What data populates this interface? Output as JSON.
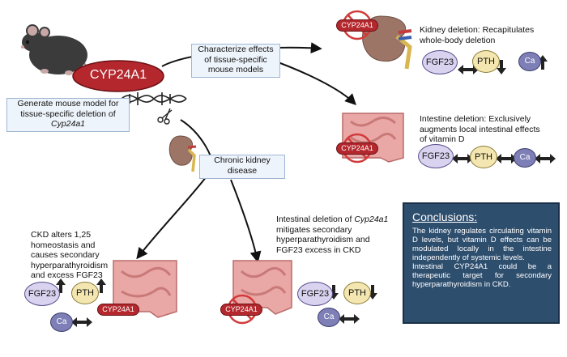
{
  "cyp_main": "CYP24A1",
  "cyp_small": "CYP24A1",
  "generate_line1": "Generate mouse model for",
  "generate_line2": "tissue-specific deletion of",
  "generate_gene": "Cyp24a1",
  "characterize_line1": "Characterize effects",
  "characterize_line2": "of tissue-specific",
  "characterize_line3": "mouse models",
  "ckd_box_line1": "Chronic kidney",
  "ckd_box_line2": "disease",
  "kidney_deletion_line1": "Kidney deletion: Recapitulates",
  "kidney_deletion_line2": "whole-body deletion",
  "intestine_deletion_line1": "Intestine deletion: Exclusively",
  "intestine_deletion_line2": "augments local intestinal effects",
  "intestine_deletion_line3": "of vitamin D",
  "ckd_alters_line1": "CKD alters 1,25",
  "ckd_alters_line2": "homeostasis and",
  "ckd_alters_line3": "causes secondary",
  "ckd_alters_line4": "hyperparathyroidism",
  "ckd_alters_line5": "and excess FGF23",
  "intestinal_del_prefix": "Intestinal deletion of ",
  "intestinal_del_gene": "Cyp24a1",
  "intestinal_del_line2": "mitigates secondary",
  "intestinal_del_line3": "hyperparathyroidism and",
  "intestinal_del_line4": "FGF23 excess in CKD",
  "fgf23": "FGF23",
  "pth": "PTH",
  "ca": "Ca",
  "conclusions_title": "Conclusions:",
  "conclusions_p1": "The kidney regulates circulating vitamin D levels, but vitamin D effects can be modulated locally in the intestine independently of systemic levels.",
  "conclusions_p2": "Intestinal CYP24A1 could be a therapeutic target for secondary hyperparathyroidism in CKD.",
  "colors": {
    "cyp_red": "#b3272d",
    "box_fill": "#eef4fb",
    "conclusion_fill": "#2e4e6e",
    "intestine": "#e9a7a5"
  }
}
